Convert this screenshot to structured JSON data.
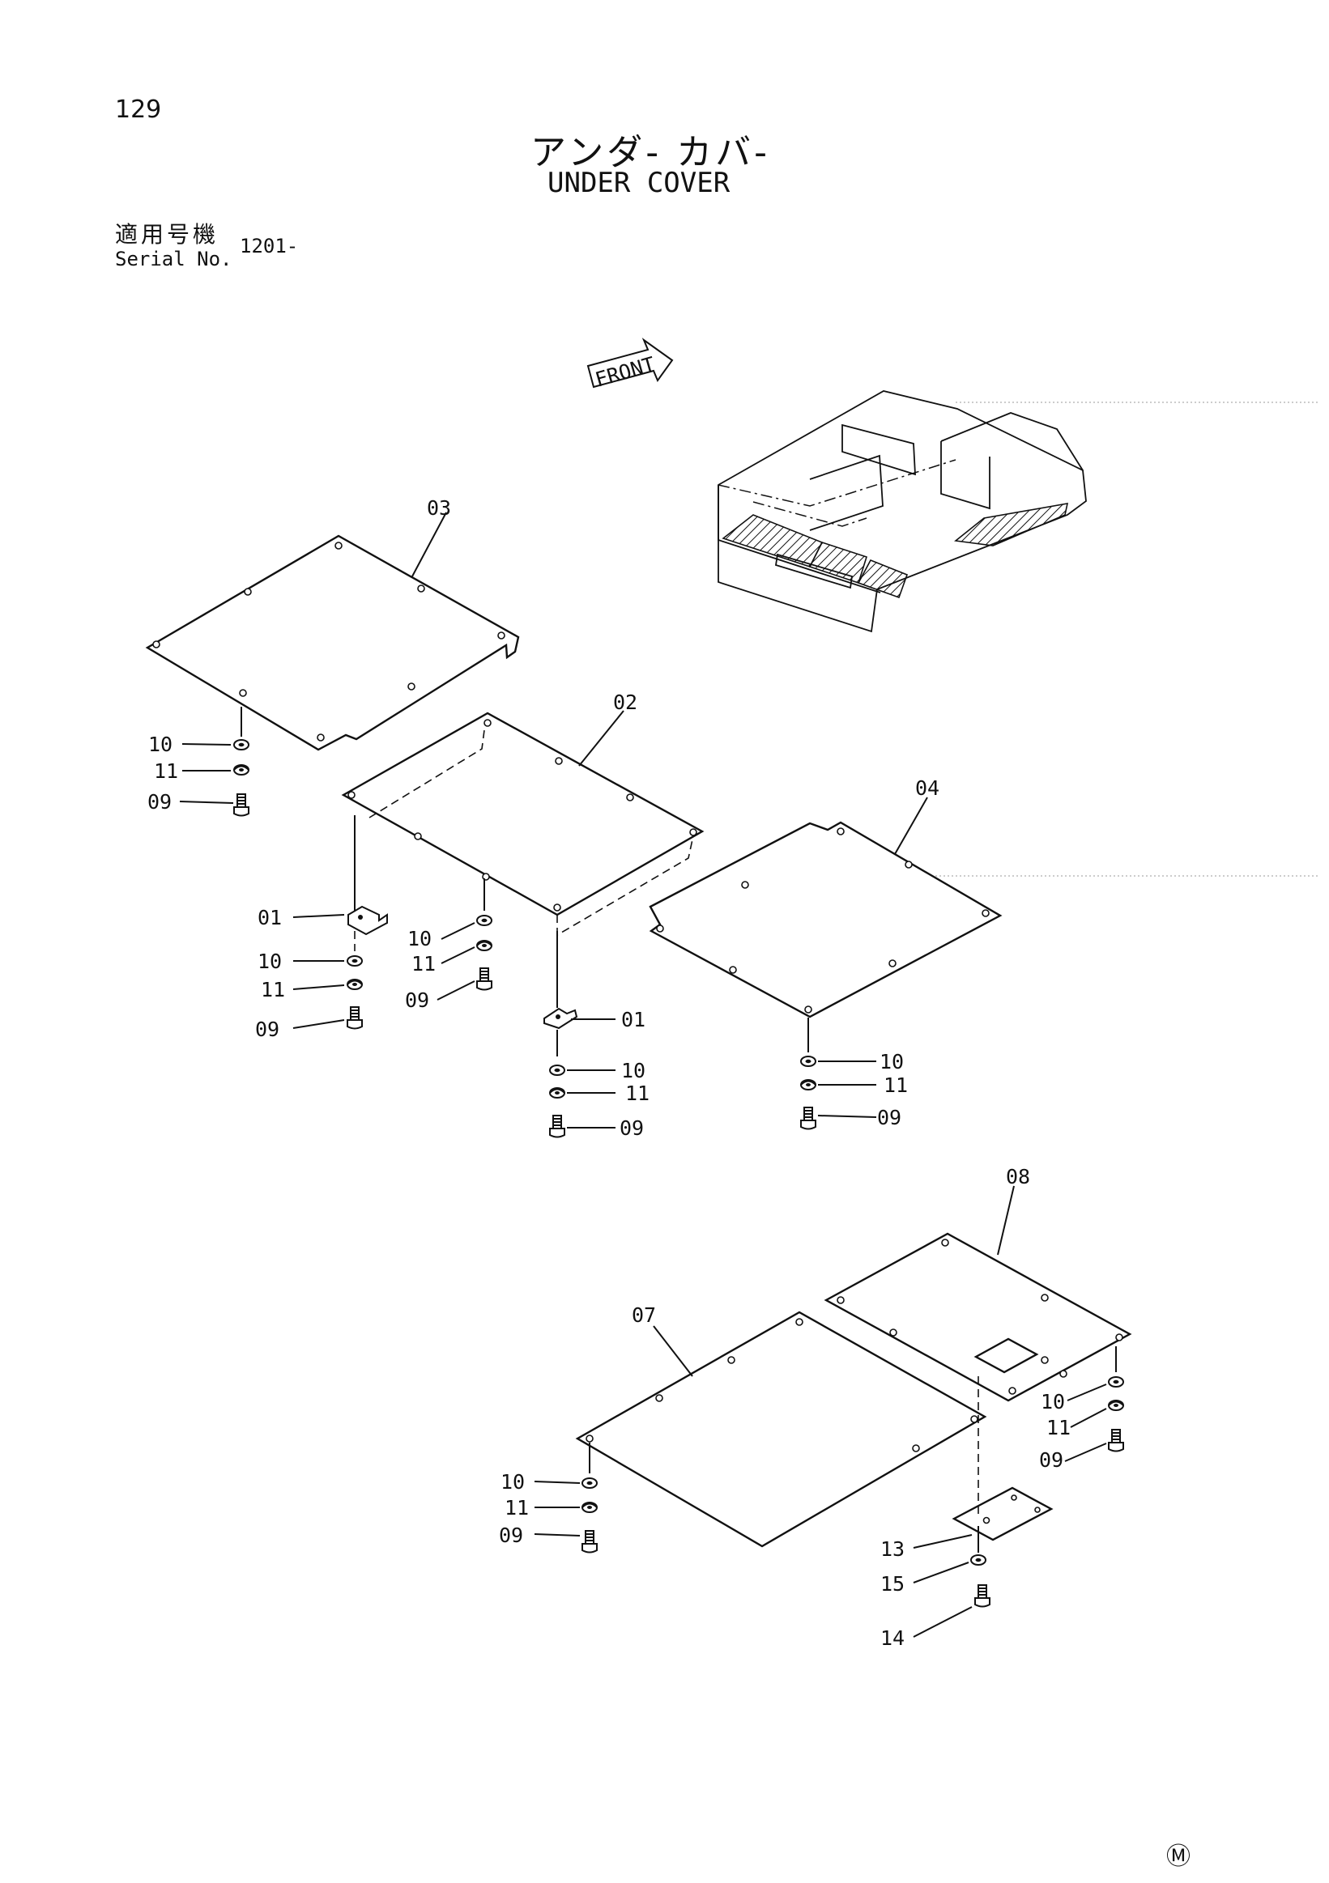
{
  "page_number": "129",
  "title_jp": "アンダ- カバ-",
  "title_en": "UNDER COVER",
  "serial_label_jp": "適用号機",
  "serial_label_en": "Serial No.",
  "serial_value": "1201-",
  "front_label": "FRONT",
  "footer_mark": "Ⓜ",
  "callouts": {
    "c03": "03",
    "c02": "02",
    "c04": "04",
    "c10a": "10",
    "c11a": "11",
    "c09a": "09",
    "c01a": "01",
    "c10b": "10",
    "c11b": "11",
    "c09b": "09",
    "c10c": "10",
    "c11c": "11",
    "c09c": "09",
    "c01b": "01",
    "c10d": "10",
    "c11d": "11",
    "c09d": "09",
    "c10e": "10",
    "c11e": "11",
    "c09e": "09",
    "c08": "08",
    "c07": "07",
    "c10f": "10",
    "c11f": "11",
    "c09f": "09",
    "c10g": "10",
    "c11g": "11",
    "c09g": "09",
    "c13": "13",
    "c15": "15",
    "c14": "14"
  }
}
